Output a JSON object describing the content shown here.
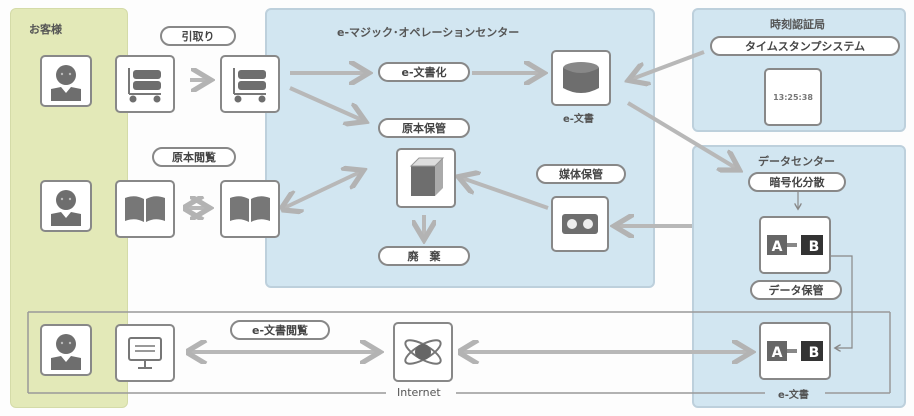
{
  "customer": {
    "title": "お客様"
  },
  "pickup": {
    "label": "引取り"
  },
  "browse_original": {
    "label": "原本閲覧"
  },
  "ops_center": {
    "title": "e-マジック･オペレーションセンター",
    "digitize_label": "e-文書化",
    "original_storage_label": "原本保管",
    "disposal_label": "廃　棄",
    "media_storage_label": "媒体保管",
    "edoc_caption": "e-文書"
  },
  "tsa": {
    "title": "時刻認証局",
    "system_label": "タイムスタンプシステム",
    "time": "13:25:38"
  },
  "data_center": {
    "title": "データセンター",
    "encrypt_label": "暗号化分散",
    "storage_label": "データ保管",
    "edoc_caption": "e-文書",
    "node_a": "A",
    "node_b": "B"
  },
  "internet": {
    "browse_label": "e-文書閲覧",
    "caption": "Internet"
  },
  "colors": {
    "customer_bg": "#e3e9b8",
    "center_bg": "#d2e6f1",
    "arrow": "#b8b8b8",
    "icon_dark": "#6e6e6e"
  }
}
